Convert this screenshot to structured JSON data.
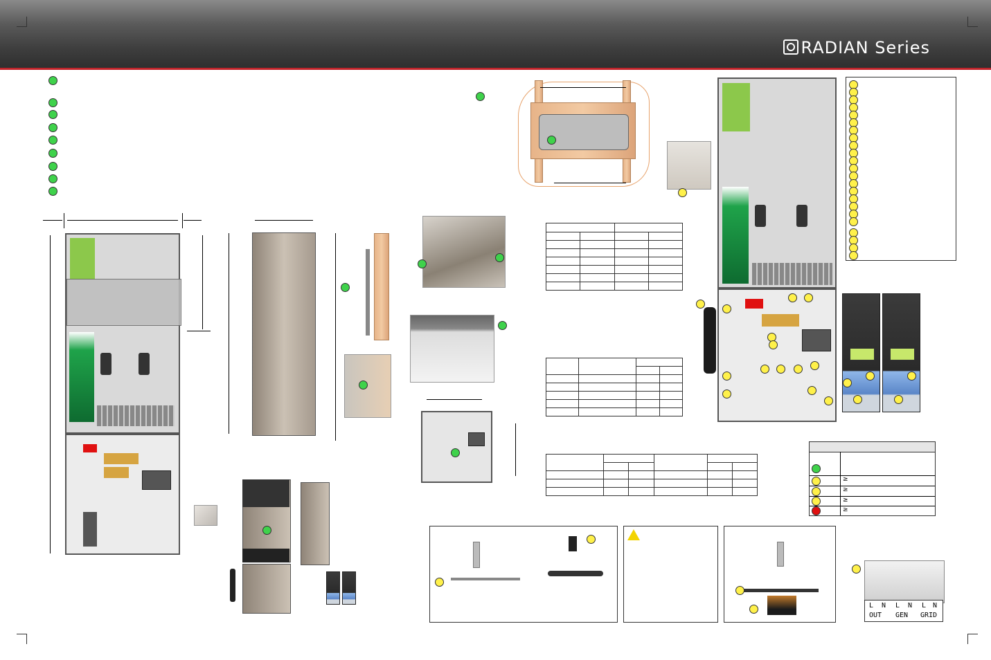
{
  "header": {
    "brand": "RADIAN Series"
  },
  "terminals": {
    "labels": [
      "L",
      "N",
      "L",
      "N",
      "L",
      "N"
    ],
    "groups": [
      "OUT",
      "GEN",
      "GRID"
    ]
  },
  "legend": {
    "symbols": [
      "≥",
      "≥",
      "≥",
      "≥"
    ]
  },
  "colors": {
    "green_marker": "#3fd24b",
    "yellow_marker": "#fff14a",
    "red_marker": "#e01010",
    "header_accent": "#c0242b"
  }
}
